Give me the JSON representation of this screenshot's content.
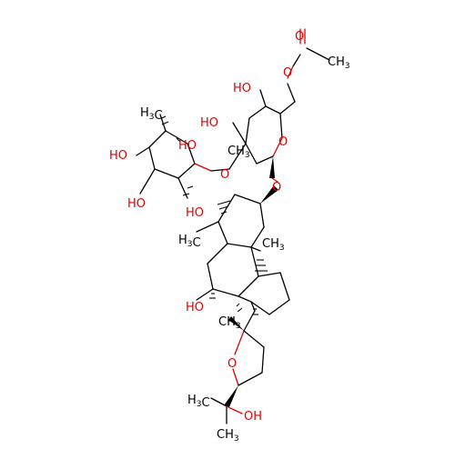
{
  "colors": {
    "oxygen": "#e00000",
    "carbon": "#000000",
    "background": "#ffffff"
  },
  "labels": {
    "acetyl_O": "O",
    "acetyl_carbonyl_O": "O",
    "acetyl_CH3": "CH3",
    "glc_OH4": "HO",
    "glc_OH3": "HO",
    "glc_ring_O": "O",
    "glc_link_O": "O",
    "xyl_CH3": "H3C",
    "xyl_HO_a": "HO",
    "xyl_HO_b": "HO",
    "xyl_HO_c": "HO",
    "xyl_HO_d": "HO",
    "xyl_O": "O",
    "me_CH3_a": "CH3",
    "me_H3C_b": "H3C",
    "me_CH3_c": "CH3",
    "ring_OH": "HO",
    "me_CH3_d": "CH3",
    "thf_O": "O",
    "tail_H3C": "H3C",
    "tail_OH": "OH",
    "tail_CH3": "CH3"
  }
}
